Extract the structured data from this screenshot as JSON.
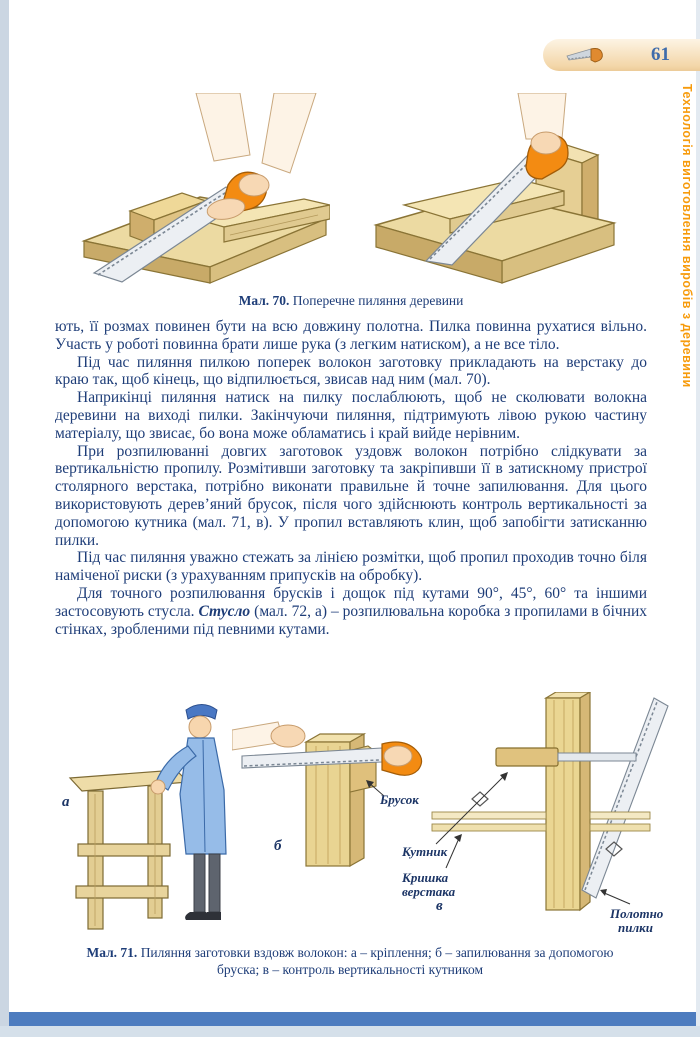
{
  "page": {
    "number": "61",
    "side_title": "Технологія виготовлення виробів з деревини"
  },
  "colors": {
    "accent_orange": "#f79b0c",
    "text_navy": "#1e3d78",
    "footer_blue": "#4d7cbf",
    "tab_peach": "#f3d6a8",
    "saw_handle_orange": "#f38b12"
  },
  "fig70": {
    "caption_label": "Мал. 70.",
    "caption_text": "Поперечне пиляння деревини"
  },
  "body": {
    "p1": "ють, її розмах повинен бути на всю довжину полотна. Пилка повинна рухатися вільно. Участь у роботі повинна брати лише рука (з легким натиском), а не все тіло.",
    "p2": "Під час пиляння пилкою поперек волокон заготовку прикладають на верстаку до краю так, щоб кінець, що відпилюється, звисав над ним (мал. 70).",
    "p3": "Наприкінці пиляння натиск на пилку послаблюють, щоб не сколювати волокна деревини на виході пилки. Закінчуючи пиляння, підтримують лівою рукою частину матеріалу, що звисає, бо вона може обламатись і край вийде нерівним.",
    "p4": "При розпилюванні довгих заготовок уздовж волокон потрібно слідкувати за вертикальністю пропилу. Розмітивши заготовку та закріпивши її в затискному пристрої столярного верстака, потрібно виконати правильне й точне запилювання. Для цього використовують дерев’яний брусок, після чого здійснюють контроль вертикальності за допомогою кутника (мал. 71, в). У пропил вставляють клин, щоб запобігти затисканню пилки.",
    "p5": "Під час пиляння уважно стежать за лінією розмітки, щоб пропил проходив точно біля наміченої риски (з урахуванням припусків на обробку).",
    "p6_start": "Для точного розпилювання брусків і дощок під кутами 90°, 45°, 60° та іншими застосовують стусла.",
    "p6_term": "Стусло",
    "p6_end": "(мал. 72, а) – розпилювальна коробка з пропилами в бічних стінках, зробленими під певними кутами."
  },
  "fig71": {
    "label_a": "а",
    "label_b": "б",
    "label_v": "в",
    "callout_brusok": "Брусок",
    "callout_kutnyk": "Кутник",
    "callout_kryshka_1": "Кришка",
    "callout_kryshka_2": "верстака",
    "callout_polotno_1": "Полотно",
    "callout_polotno_2": "пилки",
    "caption_label": "Мал. 71.",
    "caption_text": "Пиляння заготовки вздовж волокон: а – кріплення; б – запилювання за допомогою бруска; в – контроль вертикальності кутником"
  }
}
